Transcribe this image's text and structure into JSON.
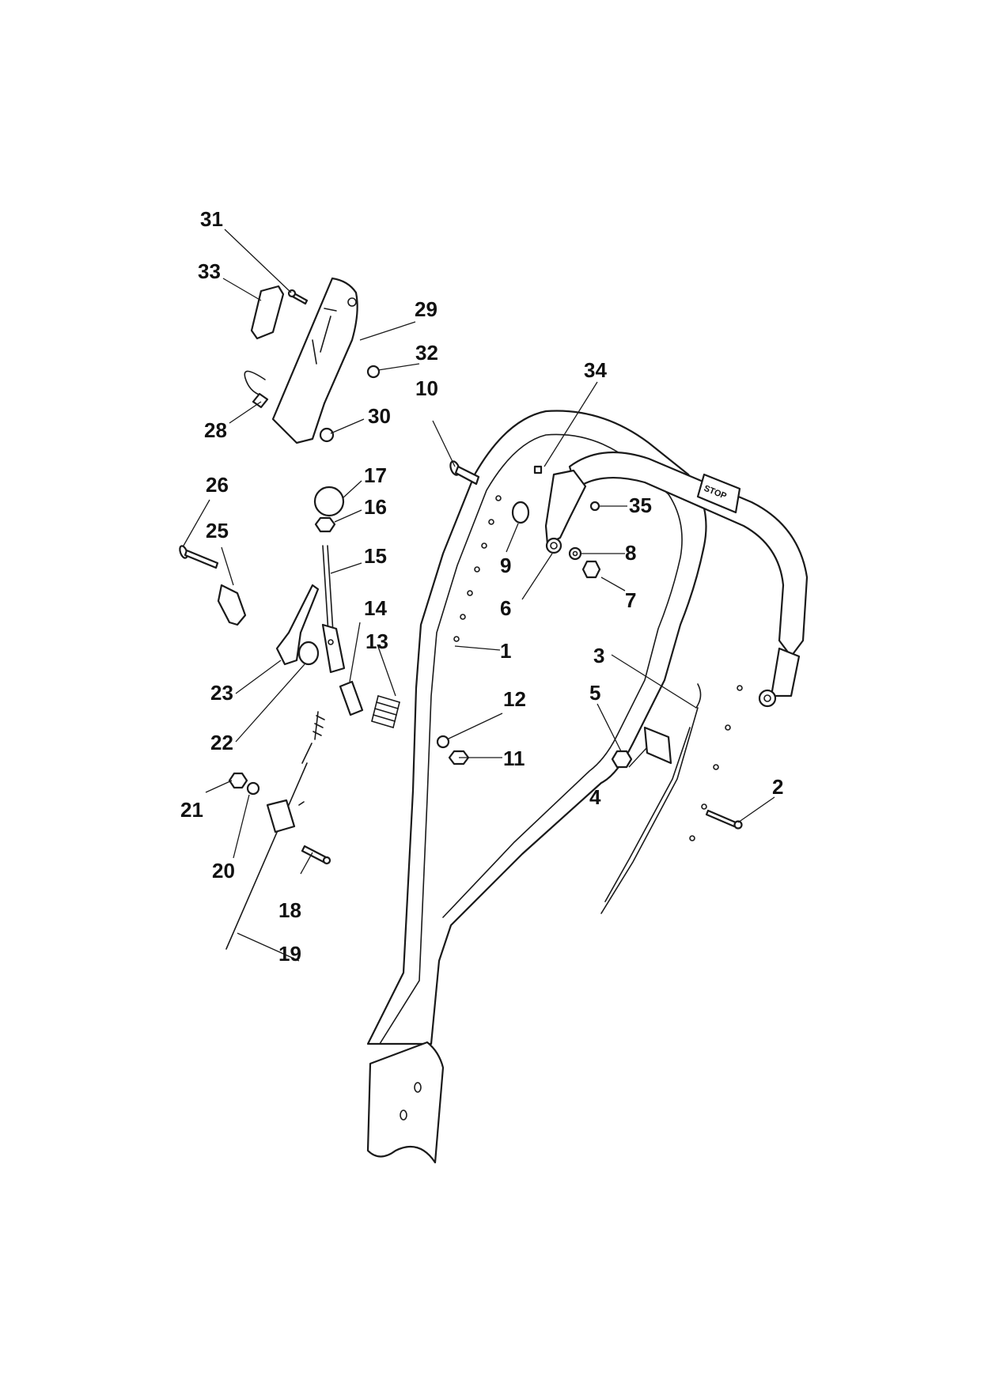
{
  "colors": {
    "line": "#1a1a1a",
    "background": "#ffffff"
  },
  "handle_decal": "STOP",
  "callouts": [
    "1",
    "2",
    "3",
    "4",
    "5",
    "6",
    "7",
    "8",
    "9",
    "10",
    "11",
    "12",
    "13",
    "14",
    "15",
    "16",
    "17",
    "18",
    "19",
    "20",
    "21",
    "22",
    "23",
    "25",
    "26",
    "28",
    "29",
    "30",
    "31",
    "32",
    "33",
    "34",
    "35"
  ]
}
